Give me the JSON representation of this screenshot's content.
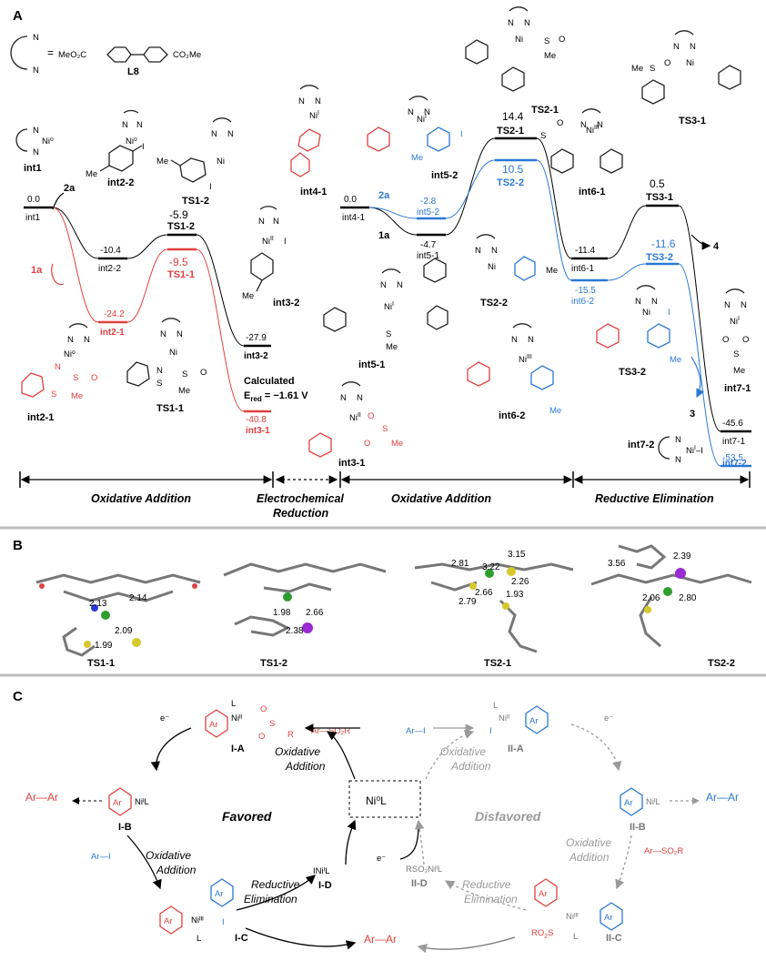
{
  "panel_labels": {
    "a": "A",
    "b": "B",
    "c": "C"
  },
  "legend": {
    "eq": "=",
    "ester_left": "MeO₂C",
    "ester_right": "CO₂Me",
    "ligand": "L8"
  },
  "colors": {
    "black_path": "#000000",
    "red_path": "#e0413f",
    "blue_path": "#2b78d4",
    "grey": "#9a9a9a"
  },
  "species": {
    "int1": {
      "label": "int1",
      "energy": "0.0"
    },
    "int2_2": {
      "label": "int2-2",
      "energy": "-10.4"
    },
    "ts1_2": {
      "label": "TS1-2",
      "energy": "-5.9"
    },
    "int3_2": {
      "label": "int3-2",
      "energy": "-27.9"
    },
    "int2_1": {
      "label": "int2-1",
      "energy": "-24.2"
    },
    "ts1_1": {
      "label": "TS1-1",
      "energy": "-9.5"
    },
    "int3_1": {
      "label": "int3-1",
      "energy": "-40.8"
    },
    "int4_1": {
      "label": "int4-1",
      "energy": "0.0"
    },
    "int5_1": {
      "label": "int5-1",
      "energy": "-4.7"
    },
    "int5_2": {
      "label": "int5-2",
      "energy": "-2.8"
    },
    "ts2_1": {
      "label": "TS2-1",
      "energy": "14.4"
    },
    "ts2_2": {
      "label": "TS2-2",
      "energy": "10.5"
    },
    "int6_1": {
      "label": "int6-1",
      "energy": "-11.4"
    },
    "int6_2": {
      "label": "int6-2",
      "energy": "-15.5"
    },
    "ts3_1": {
      "label": "TS3-1",
      "energy": "0.5"
    },
    "ts3_2": {
      "label": "TS3-2",
      "energy": "-11.6"
    },
    "int7_1": {
      "label": "int7-1",
      "energy": "-45.6"
    },
    "int7_2": {
      "label": "int7-2",
      "energy": "-53.5"
    }
  },
  "structure_labels": {
    "int1": "int1",
    "int2_2": "int2-2",
    "ts1_2": "TS1-2",
    "int3_2": "int3-2",
    "int2_1": "int2-1",
    "ts1_1": "TS1-1",
    "int4_1": "int4-1",
    "int5_2": "int5-2",
    "int5_1": "int5-1",
    "int3_1": "int3-1",
    "ts2_2": "TS2-2",
    "int6_2": "int6-2",
    "ts2_1": "TS2-1",
    "int6_1": "int6-1",
    "ts3_1": "TS3-1",
    "ts3_2": "TS3-2",
    "int7_1": "int7-1",
    "int7_2": "int7-2"
  },
  "reagents": {
    "r1a_left": "1a",
    "r2a_left": "2a",
    "r1a_right": "1a",
    "r2a_right": "2a",
    "p4": "4",
    "p3": "3"
  },
  "calc": {
    "line1": "Calculated",
    "line2": "E",
    "sub": "red",
    "line3": " = −1.61 V"
  },
  "phases": {
    "p1": "Oxidative Addition",
    "p2a": "Electrochemical",
    "p2b": "Reduction",
    "p3": "Oxidative Addition",
    "p4": "Reductive Elimination"
  },
  "panel_b": {
    "ts1_1": {
      "label": "TS1-1",
      "d": [
        "2.13",
        "2.14",
        "2.09",
        "1.99"
      ]
    },
    "ts1_2": {
      "label": "TS1-2",
      "d": [
        "1.98",
        "2.66",
        "2.38"
      ]
    },
    "ts2_1": {
      "label": "TS2-1",
      "d": [
        "3.15",
        "2.81",
        "3.22",
        "2.26",
        "1.93",
        "2.66",
        "2.79"
      ]
    },
    "ts2_2": {
      "label": "TS2-2",
      "d": [
        "3.56",
        "2.39",
        "2.06",
        "2.80"
      ]
    }
  },
  "panel_c": {
    "center": "Ni⁰L",
    "favored": "Favored",
    "disfavored": "Disfavored",
    "IA": "I-A",
    "IB": "I-B",
    "IC": "I-C",
    "ID": "I-D",
    "IIA": "II-A",
    "IIB": "II-B",
    "IIC": "II-C",
    "IID": "II-D",
    "ar": "Ar",
    "ar_so2r": "Ar—SO₂R",
    "ar_i": "Ar—I",
    "ar_ar": "Ar—Ar",
    "e": "e⁻",
    "oa1": "Oxidative",
    "oa2": "Addition",
    "re1": "Reductive",
    "re2": "Elimination",
    "ini_l": "INiᴵL",
    "rso2ni": "RSO₂NiᴵL",
    "nil": "NiᴵL",
    "niii": "Niᴵᴵ",
    "niiii": "Niᴵᴵᴵ"
  }
}
